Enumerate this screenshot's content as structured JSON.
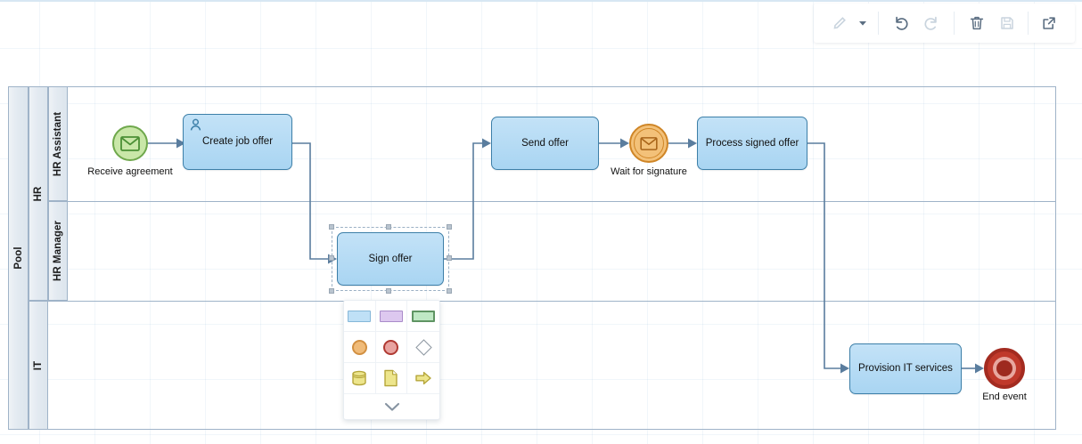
{
  "toolbar": {
    "items": [
      {
        "name": "edit-pencil",
        "label": "Edit",
        "state": "disabled"
      },
      {
        "name": "edit-dropdown-caret",
        "label": "Edit options",
        "state": "enabled"
      },
      {
        "name": "undo",
        "label": "Undo",
        "state": "enabled"
      },
      {
        "name": "redo",
        "label": "Redo",
        "state": "disabled"
      },
      {
        "name": "delete",
        "label": "Delete",
        "state": "enabled"
      },
      {
        "name": "save",
        "label": "Save",
        "state": "disabled"
      },
      {
        "name": "export",
        "label": "Open / Export",
        "state": "enabled"
      }
    ]
  },
  "diagram": {
    "pool": {
      "label": "Pool"
    },
    "lanes": [
      {
        "label": "HR",
        "sublanes": [
          {
            "label": "HR Assistant"
          },
          {
            "label": "HR Manager"
          }
        ]
      },
      {
        "label": "IT",
        "sublanes": []
      }
    ],
    "nodes": [
      {
        "id": "start",
        "type": "start-message-event",
        "label": "Receive agreement",
        "lane": "HR Assistant"
      },
      {
        "id": "create",
        "type": "user-task",
        "label": "Create job offer",
        "lane": "HR Assistant"
      },
      {
        "id": "sign",
        "type": "task",
        "label": "Sign offer",
        "lane": "HR Manager",
        "selected": true
      },
      {
        "id": "send",
        "type": "task",
        "label": "Send offer",
        "lane": "HR Assistant"
      },
      {
        "id": "wait",
        "type": "intermediate-message-event",
        "label": "Wait for signature",
        "lane": "HR Assistant"
      },
      {
        "id": "process",
        "type": "task",
        "label": "Process signed offer",
        "lane": "HR Assistant"
      },
      {
        "id": "provision",
        "type": "task",
        "label": "Provision IT services",
        "lane": "IT"
      },
      {
        "id": "end",
        "type": "end-event",
        "label": "End event",
        "lane": "IT"
      }
    ]
  },
  "palette": {
    "items": [
      {
        "name": "blue-task-shape",
        "label": "Task"
      },
      {
        "name": "purple-task-shape",
        "label": "Sub process"
      },
      {
        "name": "green-task-shape",
        "label": "Call activity"
      },
      {
        "name": "orange-circle-shape",
        "label": "Intermediate event"
      },
      {
        "name": "red-circle-shape",
        "label": "End event"
      },
      {
        "name": "diamond-shape",
        "label": "Gateway"
      },
      {
        "name": "data-store-shape",
        "label": "Data store"
      },
      {
        "name": "data-object-shape",
        "label": "Data object"
      },
      {
        "name": "arrow-shape",
        "label": "Sequence flow"
      }
    ],
    "more_label": "More shapes"
  },
  "colors": {
    "task_fill": "#a9d5f2",
    "task_border": "#3d7fa8",
    "start_event": "#6fa84c",
    "intermediate_event": "#cf8526",
    "end_event": "#a32b20",
    "lane_border": "#9fb3c8",
    "connector": "#5a7d9e"
  }
}
